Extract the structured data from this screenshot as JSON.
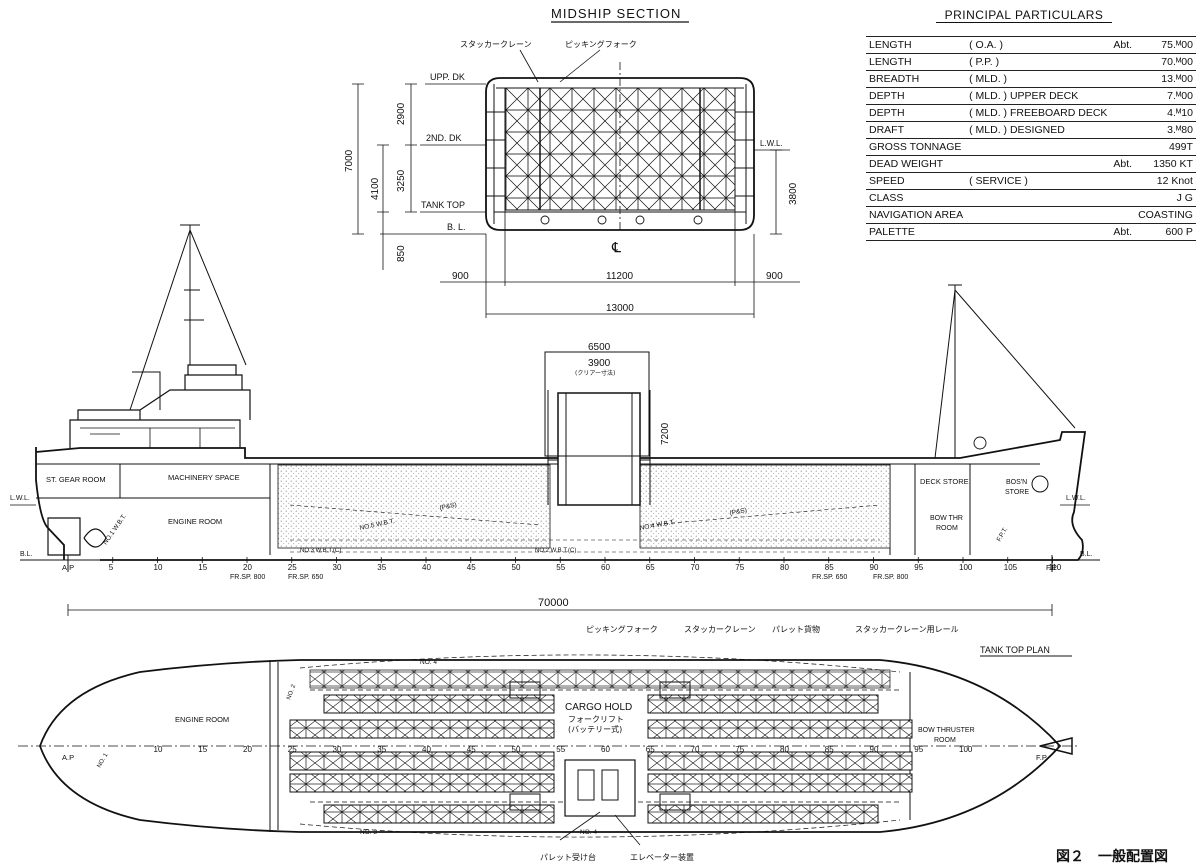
{
  "midship": {
    "title": "MIDSHIP SECTION",
    "label_crane": "スタッカークレーン",
    "label_fork": "ピッキングフォーク",
    "labels": {
      "upp_dk": "UPP. DK",
      "second_dk": "2ND. DK",
      "tank_top": "TANK TOP",
      "bl": "B. L.",
      "lwl": "L.W.L.",
      "cl": "℄"
    },
    "dims": {
      "d7000": "7000",
      "d2900": "2900",
      "d3250": "3250",
      "d4100": "4100",
      "d850": "850",
      "d3800": "3800",
      "d900l": "900",
      "d11200": "11200",
      "d900r": "900",
      "d13000": "13000"
    }
  },
  "particulars": {
    "title": "PRINCIPAL PARTICULARS",
    "rows": [
      {
        "name": "LENGTH",
        "qual": "( O.A. )",
        "abt": "Abt.",
        "value": "75.ᴹ00"
      },
      {
        "name": "LENGTH",
        "qual": "( P.P. )",
        "abt": "",
        "value": "70.ᴹ00"
      },
      {
        "name": "BREADTH",
        "qual": "( MLD. )",
        "abt": "",
        "value": "13.ᴹ00"
      },
      {
        "name": "DEPTH",
        "qual": "( MLD. ) UPPER DECK",
        "abt": "",
        "value": "7.ᴹ00"
      },
      {
        "name": "DEPTH",
        "qual": "( MLD. ) FREEBOARD DECK",
        "abt": "",
        "value": "4.ᴹ10"
      },
      {
        "name": "DRAFT",
        "qual": "( MLD. ) DESIGNED",
        "abt": "",
        "value": "3.ᴹ80"
      },
      {
        "name": "GROSS TONNAGE",
        "qual": "",
        "abt": "",
        "value": "499T"
      },
      {
        "name": "DEAD WEIGHT",
        "qual": "",
        "abt": "Abt.",
        "value": "1350 KT"
      },
      {
        "name": "SPEED",
        "qual": "( SERVICE )",
        "abt": "",
        "value": "12 Knot"
      },
      {
        "name": "CLASS",
        "qual": "",
        "abt": "",
        "value": "J G"
      },
      {
        "name": "NAVIGATION AREA",
        "qual": "",
        "abt": "",
        "value": "COASTING"
      },
      {
        "name": "PALETTE",
        "qual": "",
        "abt": "Abt.",
        "value": "600 P"
      }
    ]
  },
  "profile": {
    "st_gear": "ST. GEAR ROOM",
    "machinery": "MACHINERY SPACE",
    "engine": "ENGINE ROOM",
    "deck_store": "DECK STORE",
    "bosn": "BOS'N",
    "store": "STORE",
    "bow_thr": "BOW THR",
    "room": "ROOM",
    "lwl": "L.W.L.",
    "bl": "B.L.",
    "ap": "A.P",
    "fp": "F.P",
    "frames": [
      "5",
      "10",
      "15",
      "20",
      "25",
      "30",
      "35",
      "40",
      "45",
      "50",
      "55",
      "60",
      "65",
      "70",
      "75",
      "80",
      "85",
      "90",
      "95",
      "100",
      "105",
      "110"
    ],
    "fr_sp_800a": "FR.SP. 800",
    "fr_sp_650a": "FR.SP. 650",
    "fr_sp_650b": "FR.SP. 650",
    "fr_sp_800b": "FR.SP. 800",
    "length": "70000",
    "hatch": {
      "w6500": "6500",
      "w3900": "3900",
      "clear": "(クリアー寸法)",
      "h7200": "7200"
    },
    "tanks": [
      "NO.1 W.B.T.",
      "NO.5 W.B.T.",
      "NO.4 W.B.T.",
      "(P&S)",
      "(P&S)",
      "NO.3 W.B.T.(C)",
      "NO.2 W.B.T.(C)",
      "F.P.T."
    ]
  },
  "plan": {
    "title": "TANK TOP PLAN",
    "engine": "ENGINE ROOM",
    "cargo": "CARGO HOLD",
    "forklift": "フォークリフト",
    "battery": "(バッテリー式)",
    "bow_thruster": "BOW THRUSTER",
    "room": "ROOM",
    "ap": "A.P",
    "fp": "F.P",
    "frames": [
      "10",
      "15",
      "20",
      "25",
      "30",
      "35",
      "40",
      "45",
      "50",
      "55",
      "60",
      "65",
      "70",
      "75",
      "80",
      "85",
      "90",
      "95",
      "100"
    ],
    "label_fork": "ピッキングフォーク",
    "label_crane": "スタッカークレーン",
    "label_pallet": "パレット貨物",
    "label_rail": "スタッカークレーン用レール",
    "label_receive": "パレット受け台",
    "label_elevator": "エレベーター装置",
    "tanks": [
      "NO. 4",
      "NO. 3",
      "NO. 4",
      "NO. 2",
      "NO. 1"
    ]
  },
  "caption": "図２　一般配置図"
}
